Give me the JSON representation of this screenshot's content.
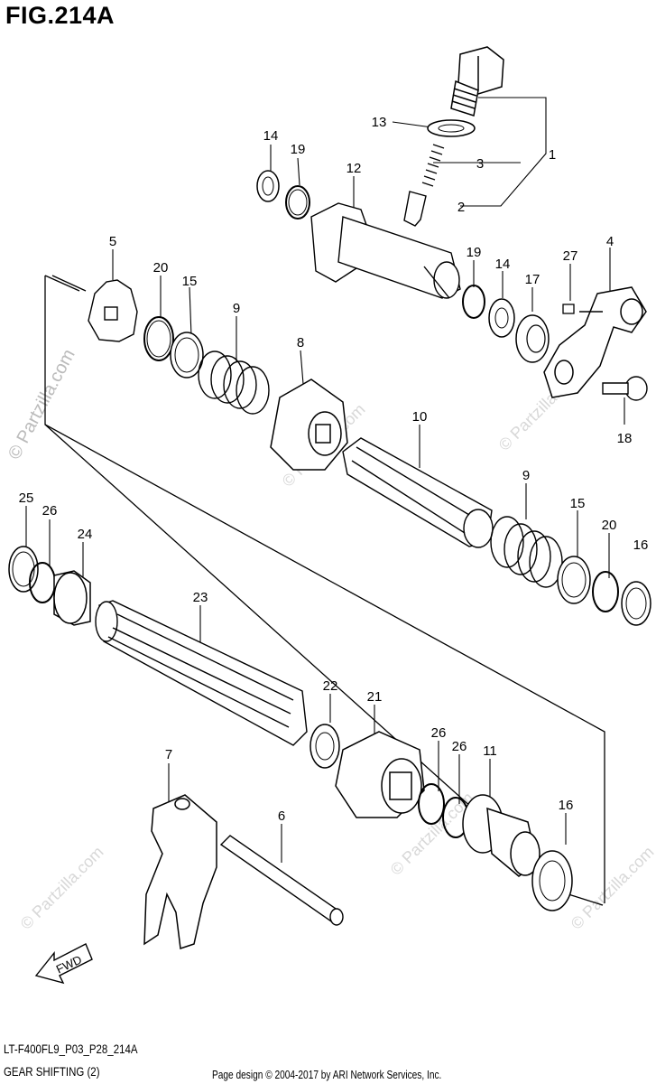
{
  "figure_title": "FIG.214A",
  "footer": {
    "model_code": "LT-F400FL9_P03_P28_214A",
    "section_name": "GEAR SHIFTING (2)",
    "copyright": "Page design © 2004-2017 by ARI Network Services, Inc."
  },
  "watermark": "© Partzilla.com",
  "fwd_label": "FWD",
  "callouts": [
    {
      "id": "c1",
      "label": "1"
    },
    {
      "id": "c2",
      "label": "2"
    },
    {
      "id": "c3",
      "label": "3"
    },
    {
      "id": "c4",
      "label": "4"
    },
    {
      "id": "c5",
      "label": "5"
    },
    {
      "id": "c6",
      "label": "6"
    },
    {
      "id": "c7",
      "label": "7"
    },
    {
      "id": "c8",
      "label": "8"
    },
    {
      "id": "c9a",
      "label": "9"
    },
    {
      "id": "c9b",
      "label": "9"
    },
    {
      "id": "c10",
      "label": "10"
    },
    {
      "id": "c11",
      "label": "11"
    },
    {
      "id": "c12",
      "label": "12"
    },
    {
      "id": "c13",
      "label": "13"
    },
    {
      "id": "c14a",
      "label": "14"
    },
    {
      "id": "c14b",
      "label": "14"
    },
    {
      "id": "c15a",
      "label": "15"
    },
    {
      "id": "c15b",
      "label": "15"
    },
    {
      "id": "c16a",
      "label": "16"
    },
    {
      "id": "c16b",
      "label": "16"
    },
    {
      "id": "c17",
      "label": "17"
    },
    {
      "id": "c18",
      "label": "18"
    },
    {
      "id": "c19a",
      "label": "19"
    },
    {
      "id": "c19b",
      "label": "19"
    },
    {
      "id": "c20a",
      "label": "20"
    },
    {
      "id": "c20b",
      "label": "20"
    },
    {
      "id": "c21",
      "label": "21"
    },
    {
      "id": "c22",
      "label": "22"
    },
    {
      "id": "c23",
      "label": "23"
    },
    {
      "id": "c24",
      "label": "24"
    },
    {
      "id": "c25",
      "label": "25"
    },
    {
      "id": "c26a",
      "label": "26"
    },
    {
      "id": "c26b",
      "label": "26"
    },
    {
      "id": "c26c",
      "label": "26"
    },
    {
      "id": "c27",
      "label": "27"
    }
  ]
}
